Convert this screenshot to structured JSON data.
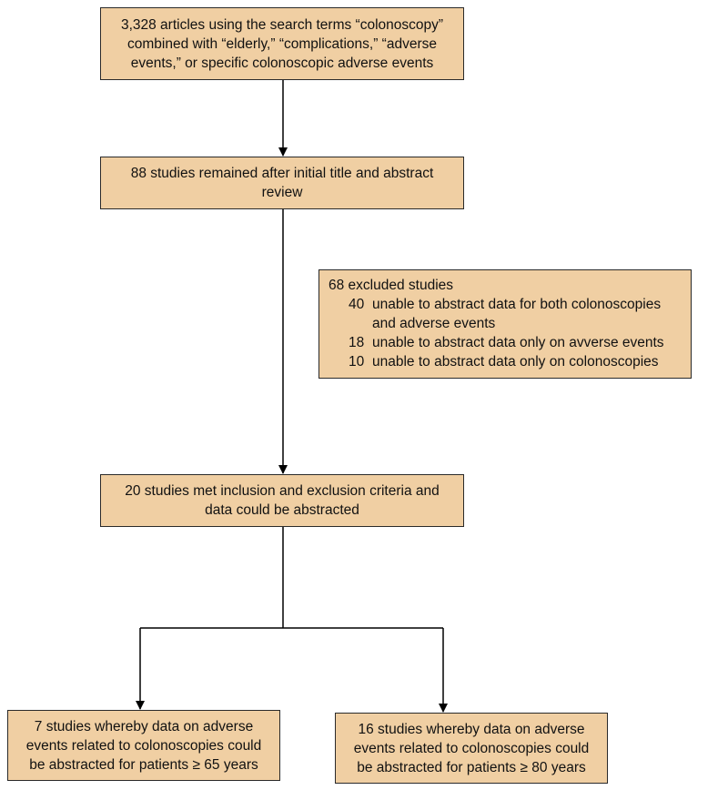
{
  "flowchart": {
    "search_box": {
      "lines": [
        "3,328 articles using the search terms “colonoscopy”",
        "combined with “elderly,” “complications,” “adverse",
        "events,” or specific colonoscopic adverse events"
      ]
    },
    "screened_box": {
      "lines": [
        "88 studies remained after initial title and abstract",
        "review"
      ]
    },
    "excluded_box": {
      "title": "68 excluded studies",
      "items": [
        {
          "count": "40",
          "text": "unable to abstract data for both colonoscopies",
          "continuation": "and adverse events"
        },
        {
          "count": "18",
          "text": "unable to abstract data only on avverse events",
          "continuation": ""
        },
        {
          "count": "10",
          "text": "unable to abstract data only on colonoscopies",
          "continuation": ""
        }
      ]
    },
    "included_box": {
      "lines": [
        "20 studies met inclusion and exclusion criteria and",
        "data could be abstracted"
      ]
    },
    "outcome_65_box": {
      "lines": [
        "7 studies whereby data on adverse",
        "events related to colonoscopies could",
        "be abstracted for patients ≥ 65 years"
      ]
    },
    "outcome_80_box": {
      "lines": [
        "16 studies whereby data on adverse",
        "events related to colonoscopies could",
        "be abstracted for patients ≥ 80 years"
      ]
    }
  }
}
